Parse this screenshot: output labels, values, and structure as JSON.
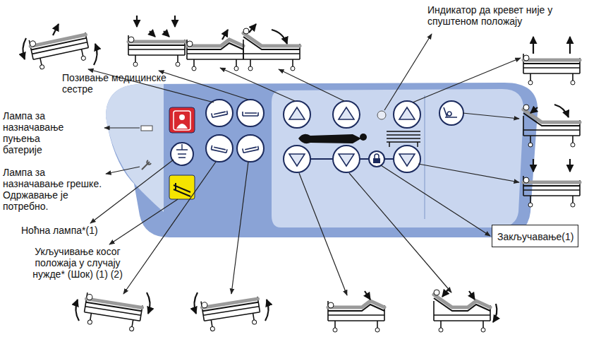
{
  "diagram": {
    "nodes": [
      {
        "text": [
          "Закључавање(1)"
        ]
      }
    ],
    "labels": [
      "Индикатор да кревет није у спуштеном положају",
      "Позивање медицинске сестре",
      "Лампа за назначавање пуњења батерије",
      "Лампа за назначавање грешке. Одржавање је потребно.",
      "Ноћна лампа*(1)",
      "Укључивање косог положаја у случају нужде* (Шок) (1) (2)"
    ]
  }
}
